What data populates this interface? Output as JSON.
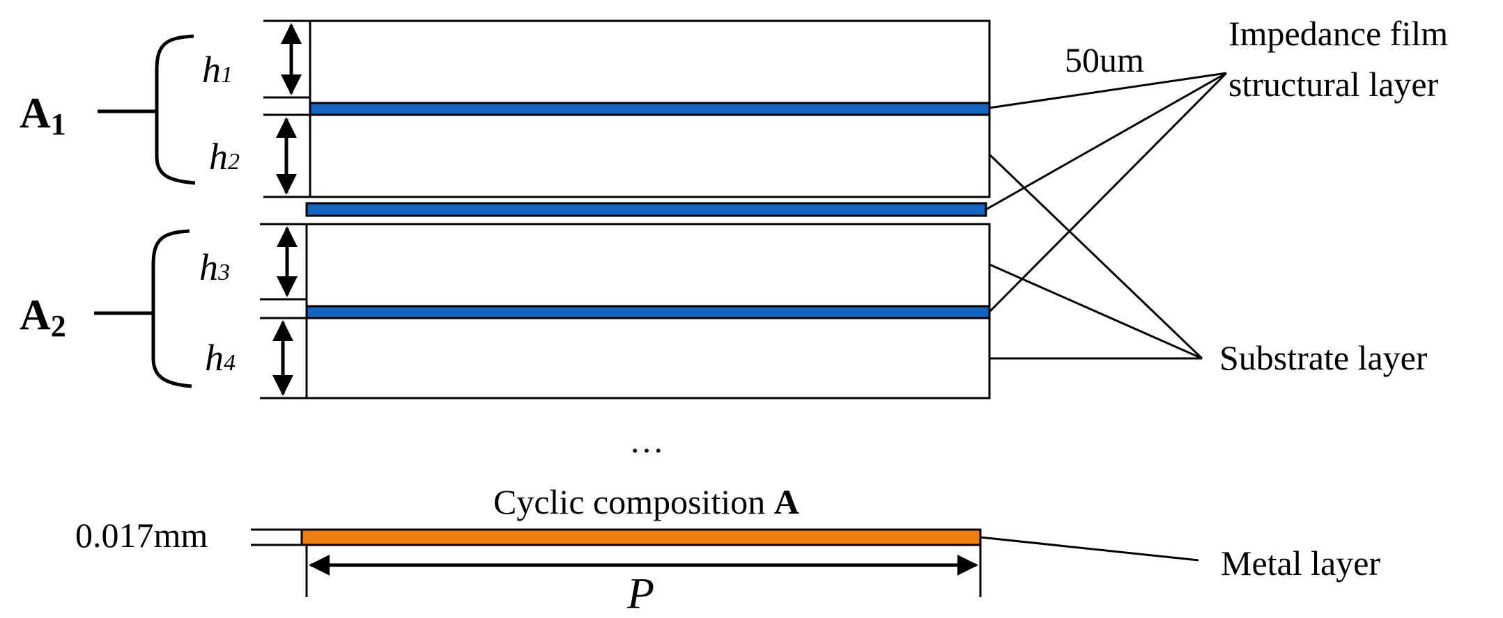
{
  "diagram": {
    "group_labels": [
      {
        "letter": "A",
        "sub": "1"
      },
      {
        "letter": "A",
        "sub": "2"
      }
    ],
    "heights": [
      {
        "letter": "h",
        "sub": "1"
      },
      {
        "letter": "h",
        "sub": "2"
      },
      {
        "letter": "h",
        "sub": "3"
      },
      {
        "letter": "h",
        "sub": "4"
      }
    ],
    "film_thickness": "50um",
    "impedance_label_line1": "Impedance film",
    "impedance_label_line2": "structural layer",
    "substrate_label": "Substrate layer",
    "ellipsis": "…",
    "cyclic_prefix": "Cyclic composition ",
    "cyclic_symbol": "A",
    "metal_thickness": "0.017mm",
    "metal_label": "Metal layer",
    "period_label": "P",
    "colors": {
      "impedance_film": "#1565c0",
      "metal": "#ef7d10",
      "stroke": "#000000",
      "substrate_fill": "#ffffff"
    }
  }
}
